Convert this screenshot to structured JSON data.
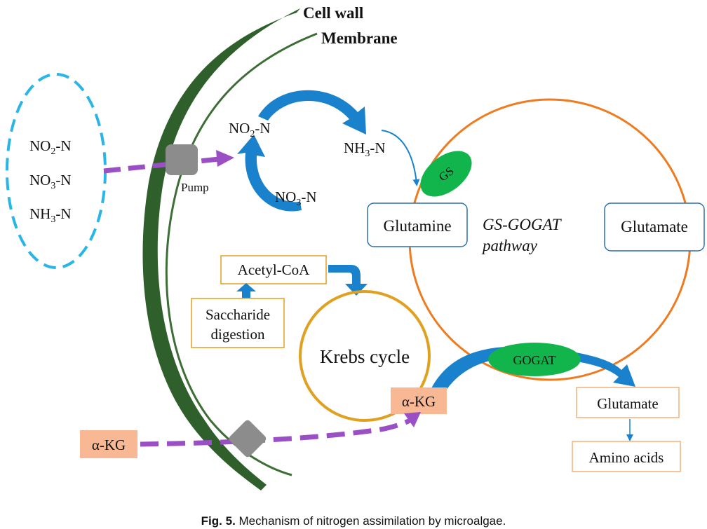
{
  "labels": {
    "cell_wall": "Cell wall",
    "membrane": "Membrane",
    "pump": "Pump"
  },
  "outside_pool": {
    "items": [
      {
        "base": "NO",
        "sub": "2",
        "rest": "-N"
      },
      {
        "base": "NO",
        "sub": "3",
        "rest": "-N"
      },
      {
        "base": "NH",
        "sub": "3",
        "rest": "-N"
      }
    ]
  },
  "inner_cycle": {
    "no2": {
      "base": "NO",
      "sub": "2",
      "rest": "-N"
    },
    "no3": {
      "base": "NO",
      "sub": "3",
      "rest": "-N"
    },
    "nh3": {
      "base": "NH",
      "sub": "3",
      "rest": "-N"
    }
  },
  "pathway": {
    "gs": "GS",
    "gogat": "GOGAT",
    "glutamine": "Glutamine",
    "glutamate_box": "Glutamate",
    "name_line1": "GS-GOGAT",
    "name_line2": "pathway"
  },
  "krebs": {
    "acetyl": "Acetyl-CoA",
    "saccharide_line1": "Saccharide",
    "saccharide_line2": "digestion",
    "cycle": "Krebs cycle",
    "akg_inside": "α-KG",
    "akg_outside": "α-KG"
  },
  "products": {
    "glutamate": "Glutamate",
    "amino_acids": "Amino acids"
  },
  "caption": {
    "prefix": "Fig. 5.",
    "text": " Mechanism of nitrogen assimilation by microalgae."
  },
  "colors": {
    "cell_wall": "#2f5f2a",
    "membrane": "#3c6e35",
    "outside_dash": "#29b6e6",
    "transport_dash": "#9b4fc5",
    "pump": "#8c8c8c",
    "blue_arrow": "#1a82cc",
    "gs_gogat_ellipse": "#12b54c",
    "pathway_circle": "#f07a1e",
    "krebs_circle": "#e0a020",
    "box_blue": "#2e6fb0",
    "box_orange": "#f3b17a",
    "akg_fill": "#f9b894"
  }
}
